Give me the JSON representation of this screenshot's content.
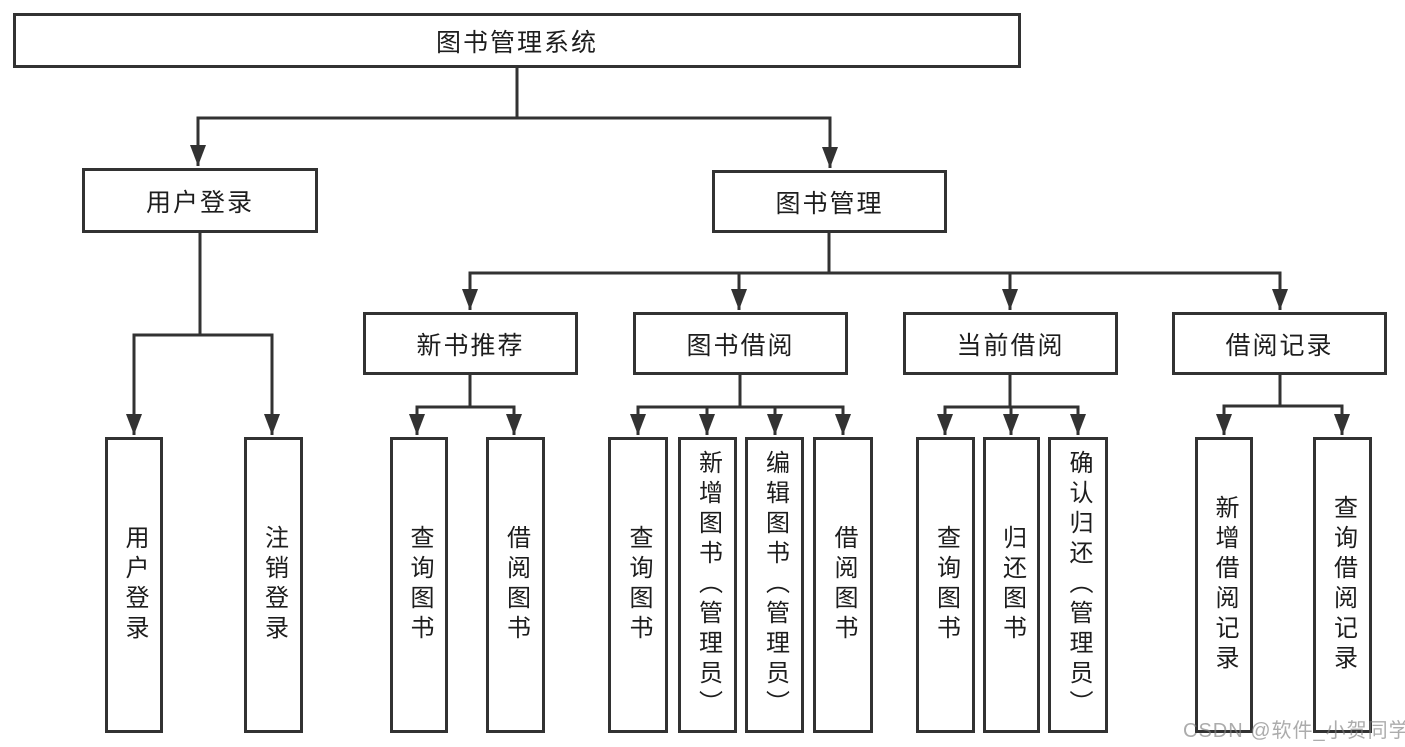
{
  "watermark": "CSDN @软件_小贺同学",
  "tree": {
    "root": "图书管理系统",
    "children": [
      {
        "label": "用户登录",
        "children": [
          {
            "label": "用户登录"
          },
          {
            "label": "注销登录"
          }
        ]
      },
      {
        "label": "图书管理",
        "children": [
          {
            "label": "新书推荐",
            "children": [
              {
                "label": "查询图书"
              },
              {
                "label": "借阅图书"
              }
            ]
          },
          {
            "label": "图书借阅",
            "children": [
              {
                "label": "查询图书"
              },
              {
                "label": "新增图书（管理员）"
              },
              {
                "label": "编辑图书（管理员）"
              },
              {
                "label": "借阅图书"
              }
            ]
          },
          {
            "label": "当前借阅",
            "children": [
              {
                "label": "查询图书"
              },
              {
                "label": "归还图书"
              },
              {
                "label": "确认归还（管理员）"
              }
            ]
          },
          {
            "label": "借阅记录",
            "children": [
              {
                "label": "新增借阅记录"
              },
              {
                "label": "查询借阅记录"
              }
            ]
          }
        ]
      }
    ]
  }
}
